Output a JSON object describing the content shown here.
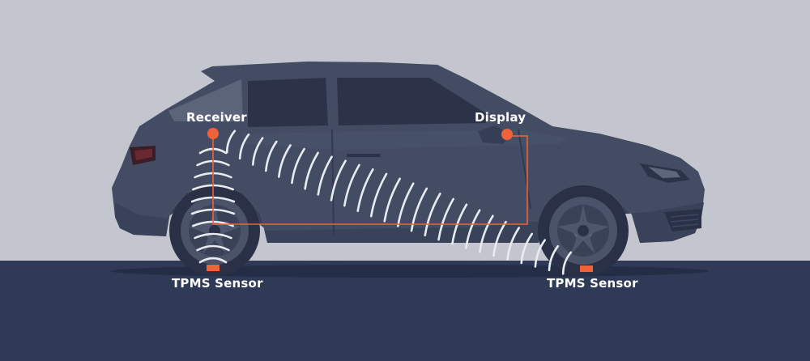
{
  "labels": {
    "receiver": "Receiver",
    "display": "Display",
    "sensor_rear": "TPMS Sensor",
    "sensor_front": "TPMS Sensor"
  },
  "colors": {
    "sky": "#c3c6ce",
    "ground": "#2e3a56",
    "car_body": "#434c63",
    "car_lower": "#3a4259",
    "accent": "#f0623a",
    "waves": "#e8ebf0",
    "label_text": "#ffffff"
  },
  "icons": {
    "receiver_node": "orange-dot",
    "display_node": "orange-dot",
    "sensor_marker": "orange-rectangle"
  }
}
